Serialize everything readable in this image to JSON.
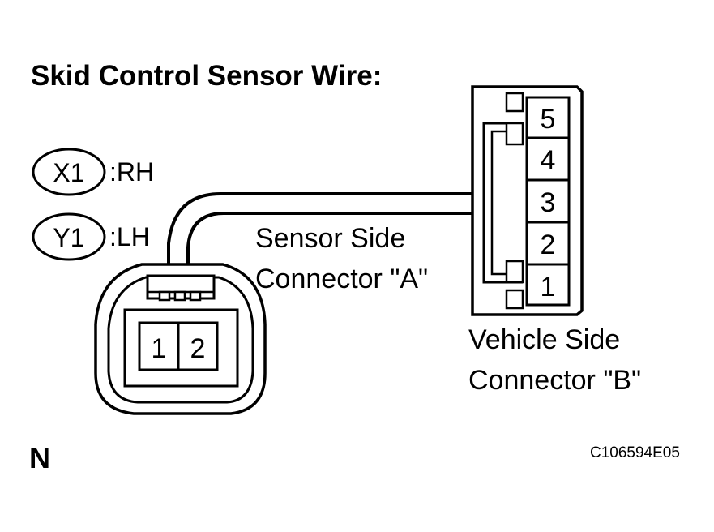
{
  "title": "Skid Control Sensor Wire:",
  "legend": [
    {
      "code": "X1",
      "side": ":RH"
    },
    {
      "code": "Y1",
      "side": ":LH"
    }
  ],
  "connector_a": {
    "caption_line1": "Sensor Side",
    "caption_line2": "Connector \"A\"",
    "pins": [
      "1",
      "2"
    ]
  },
  "connector_b": {
    "caption_line1": "Vehicle Side",
    "caption_line2": "Connector \"B\"",
    "pins": [
      "5",
      "4",
      "3",
      "2",
      "1"
    ]
  },
  "corner_letter": "N",
  "figure_code": "C106594E05"
}
